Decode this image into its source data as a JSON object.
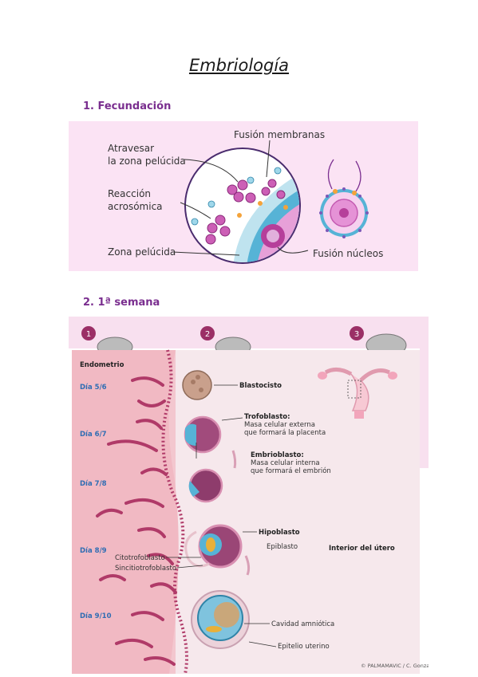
{
  "doc": {
    "title": "Embriología",
    "section1": "1. Fecundación",
    "section2": "2. 1ª semana"
  },
  "fig1": {
    "labels": {
      "fusion_membranas": "Fusión membranas",
      "atravesar_1": "Atravesar",
      "atravesar_2": "la zona pelúcida",
      "reaccion_1": "Reacción",
      "reaccion_2": "acrosómica",
      "zona": "Zona pelúcida",
      "fusion_nucleos": "Fusión núcleos"
    },
    "colors": {
      "bg": "#fbe3f4",
      "accent": "#7a2e8f",
      "membrane": "#56b3d6"
    }
  },
  "fig2": {
    "steps": [
      "1",
      "2",
      "3"
    ],
    "endometrio": "Endometrio",
    "days": [
      "Día 5/6",
      "Día 6/7",
      "Día 7/8",
      "Día 8/9",
      "Día 9/10"
    ],
    "labels": {
      "blastocisto": "Blastocisto",
      "trofoblasto": "Trofoblasto:",
      "trofo_1": "Masa celular externa",
      "trofo_2": "que formará la placenta",
      "embrioblasto": "Embrioblasto:",
      "embrio_1": "Masa celular interna",
      "embrio_2": "que formará el embrión",
      "hipoblasto": "Hipoblasto",
      "epiblasto": "Epiblasto",
      "interior": "Interior del útero",
      "citotrofoblasto": "Citotrofoblasto",
      "sincitiotrofoblasto": "Sincitiotrofoblasto",
      "cavidad": "Cavidad amniótica",
      "epitelio": "Epitelio uterino",
      "credit": "© PALMAMAVIC / C. Gonzalo"
    }
  }
}
